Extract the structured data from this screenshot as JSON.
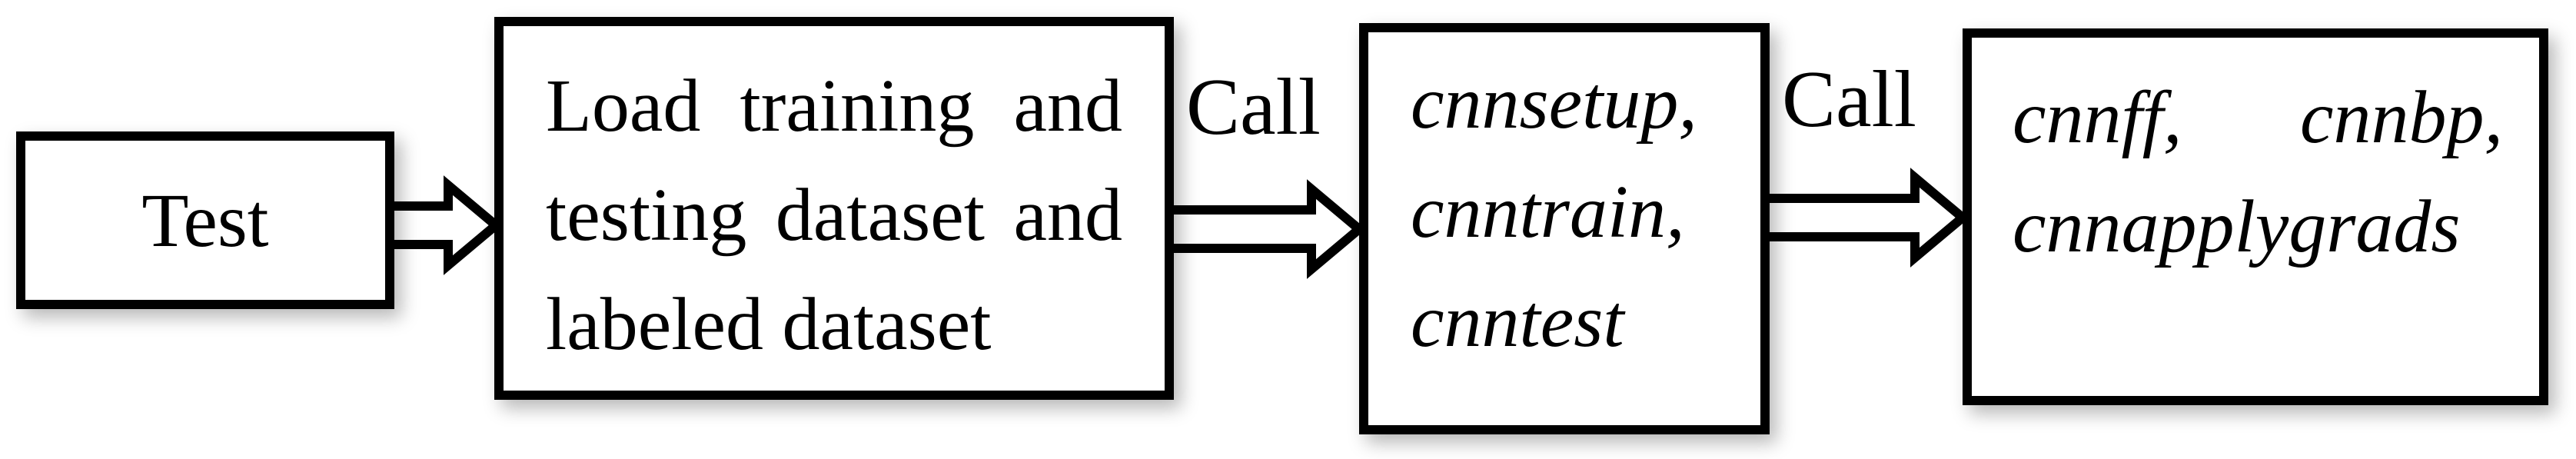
{
  "colors": {
    "ink": "#000000",
    "paper": "#ffffff"
  },
  "nodes": {
    "test": {
      "label": "Test"
    },
    "load_dataset": {
      "lines": [
        {
          "words": [
            "Load",
            "training",
            "and"
          ],
          "justify": true
        },
        {
          "words": [
            "testing",
            "dataset",
            "and"
          ],
          "justify": true
        },
        {
          "words": [
            "labeled",
            "dataset"
          ],
          "justify": false
        }
      ]
    },
    "cnn_main_functions": {
      "lines": [
        {
          "words": [
            "cnnsetup,"
          ],
          "justify": false
        },
        {
          "words": [
            "cnntrain,"
          ],
          "justify": false
        },
        {
          "words": [
            "cnntest"
          ],
          "justify": false
        }
      ]
    },
    "cnn_sub_functions": {
      "lines": [
        {
          "words": [
            "cnnff,",
            "cnnbp,"
          ],
          "justify": true
        },
        {
          "words": [
            "cnnapplygrads"
          ],
          "justify": false
        }
      ]
    }
  },
  "edges": {
    "call_label_1": "Call",
    "call_label_2": "Call"
  }
}
